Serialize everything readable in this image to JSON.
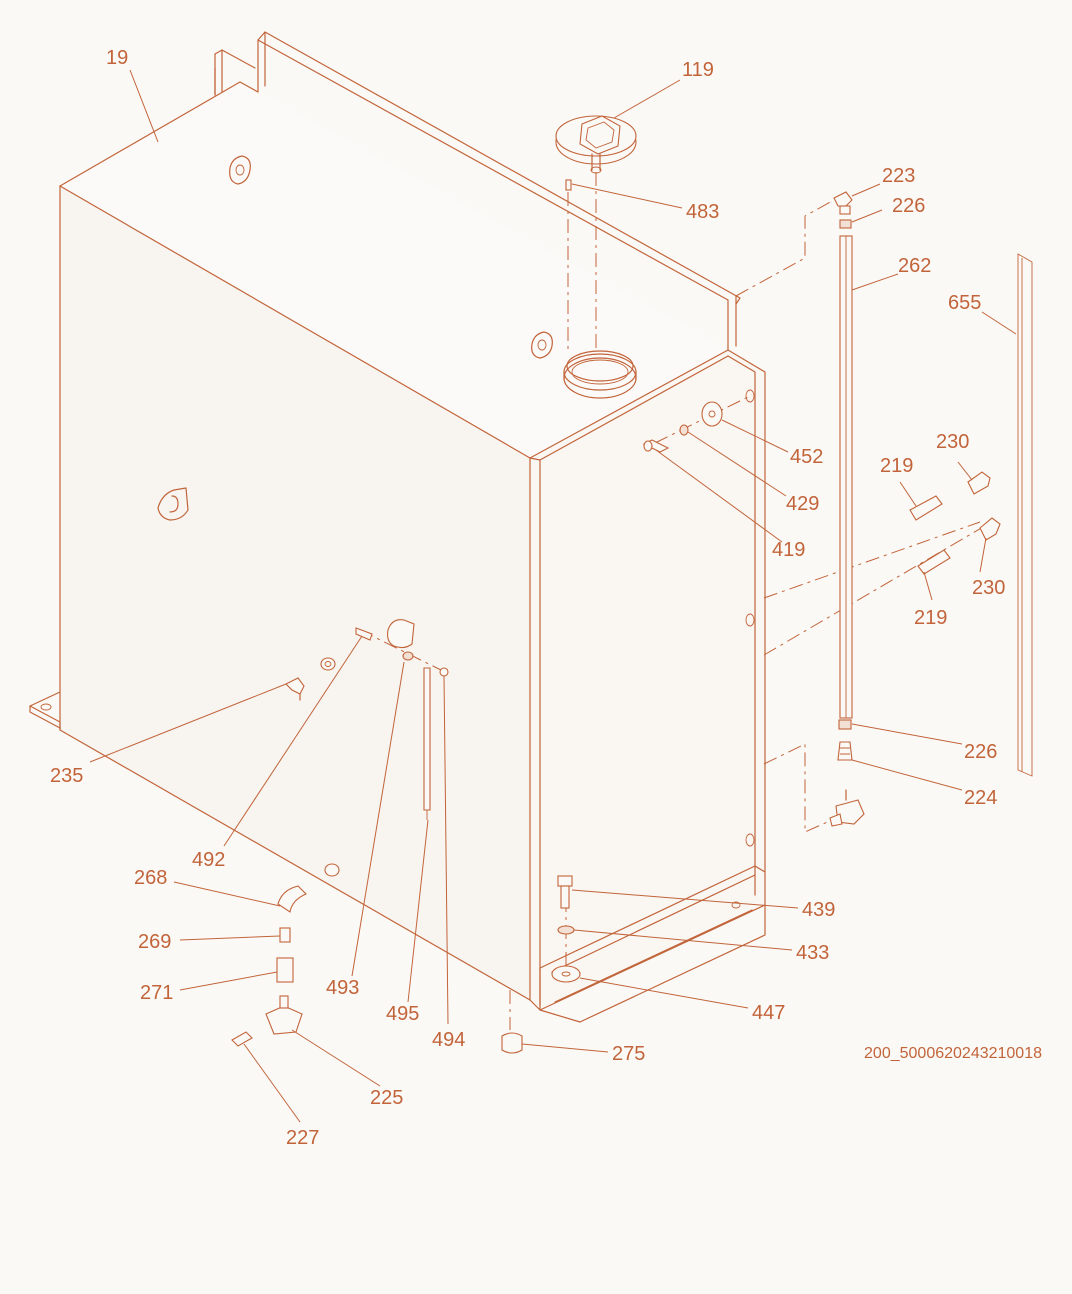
{
  "diagram": {
    "callouts": [
      {
        "id": "c19",
        "text": "19"
      },
      {
        "id": "c119",
        "text": "119"
      },
      {
        "id": "c223",
        "text": "223"
      },
      {
        "id": "c226a",
        "text": "226"
      },
      {
        "id": "c483",
        "text": "483"
      },
      {
        "id": "c262",
        "text": "262"
      },
      {
        "id": "c655",
        "text": "655"
      },
      {
        "id": "c452",
        "text": "452"
      },
      {
        "id": "c429",
        "text": "429"
      },
      {
        "id": "c419",
        "text": "419"
      },
      {
        "id": "c230a",
        "text": "230"
      },
      {
        "id": "c219a",
        "text": "219"
      },
      {
        "id": "c230b",
        "text": "230"
      },
      {
        "id": "c219b",
        "text": "219"
      },
      {
        "id": "c226b",
        "text": "226"
      },
      {
        "id": "c224",
        "text": "224"
      },
      {
        "id": "c235",
        "text": "235"
      },
      {
        "id": "c492",
        "text": "492"
      },
      {
        "id": "c268",
        "text": "268"
      },
      {
        "id": "c269",
        "text": "269"
      },
      {
        "id": "c271",
        "text": "271"
      },
      {
        "id": "c493",
        "text": "493"
      },
      {
        "id": "c495",
        "text": "495"
      },
      {
        "id": "c494",
        "text": "494"
      },
      {
        "id": "c439",
        "text": "439"
      },
      {
        "id": "c433",
        "text": "433"
      },
      {
        "id": "c447",
        "text": "447"
      },
      {
        "id": "c275",
        "text": "275"
      },
      {
        "id": "c225",
        "text": "225"
      },
      {
        "id": "c227",
        "text": "227"
      }
    ],
    "drawing_id": "200_5000620243210018",
    "colors": {
      "ink": "#c2643a",
      "background": "#fbf9f6"
    }
  }
}
